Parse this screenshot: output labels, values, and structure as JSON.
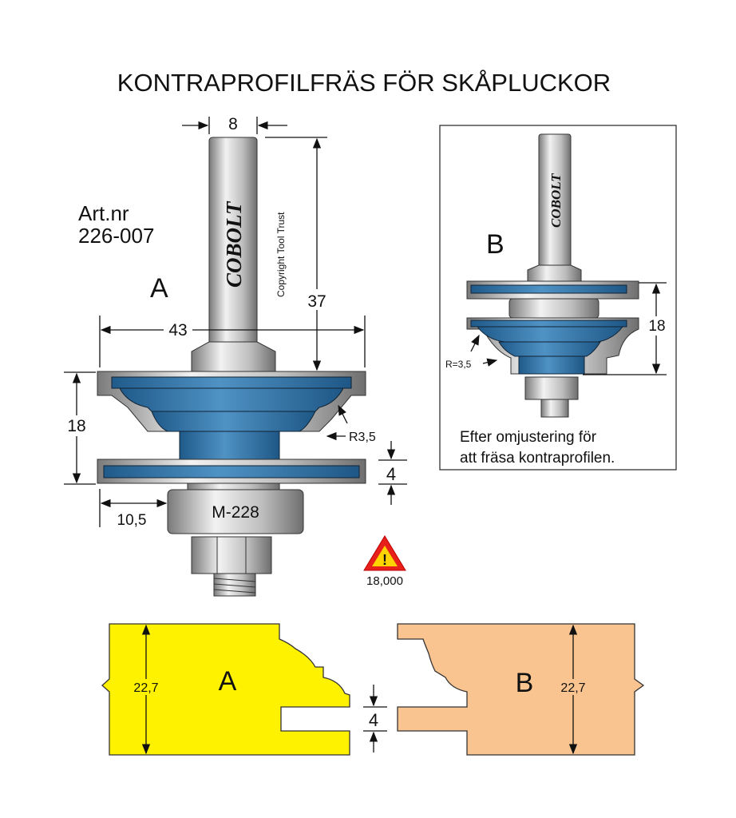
{
  "title": "KONTRAPROFILFRÄS FÖR SKÅPLUCKOR",
  "article": {
    "label": "Art.nr",
    "number": "226-007"
  },
  "cutter_a": {
    "label": "A",
    "brand": "COBOLT",
    "copyright": "Copyright Tool Trust",
    "bearing_label": "M-228",
    "dimensions": {
      "shank": "8",
      "height_total": "37",
      "diameter": "43",
      "cut_height": "18",
      "radius": "R3,5",
      "slot": "4",
      "offset": "10,5"
    }
  },
  "cutter_b": {
    "label": "B",
    "brand": "COBOLT",
    "dimensions": {
      "cut_height": "18",
      "radius": "R=3,5"
    },
    "caption_line1": "Efter omjustering för",
    "caption_line2": "att fräsa kontraprofilen."
  },
  "warning": {
    "symbol": "!",
    "max_rpm": "18,000"
  },
  "profile_a": {
    "label": "A",
    "thickness": "22,7"
  },
  "profile_b": {
    "label": "B",
    "thickness": "22,7"
  },
  "profile_gap": "4",
  "colors": {
    "blade": "#2f73a8",
    "steel": "#c9c9c9",
    "profile_a": "#fff200",
    "profile_b": "#f9c48f",
    "warning": "#e8201b"
  }
}
